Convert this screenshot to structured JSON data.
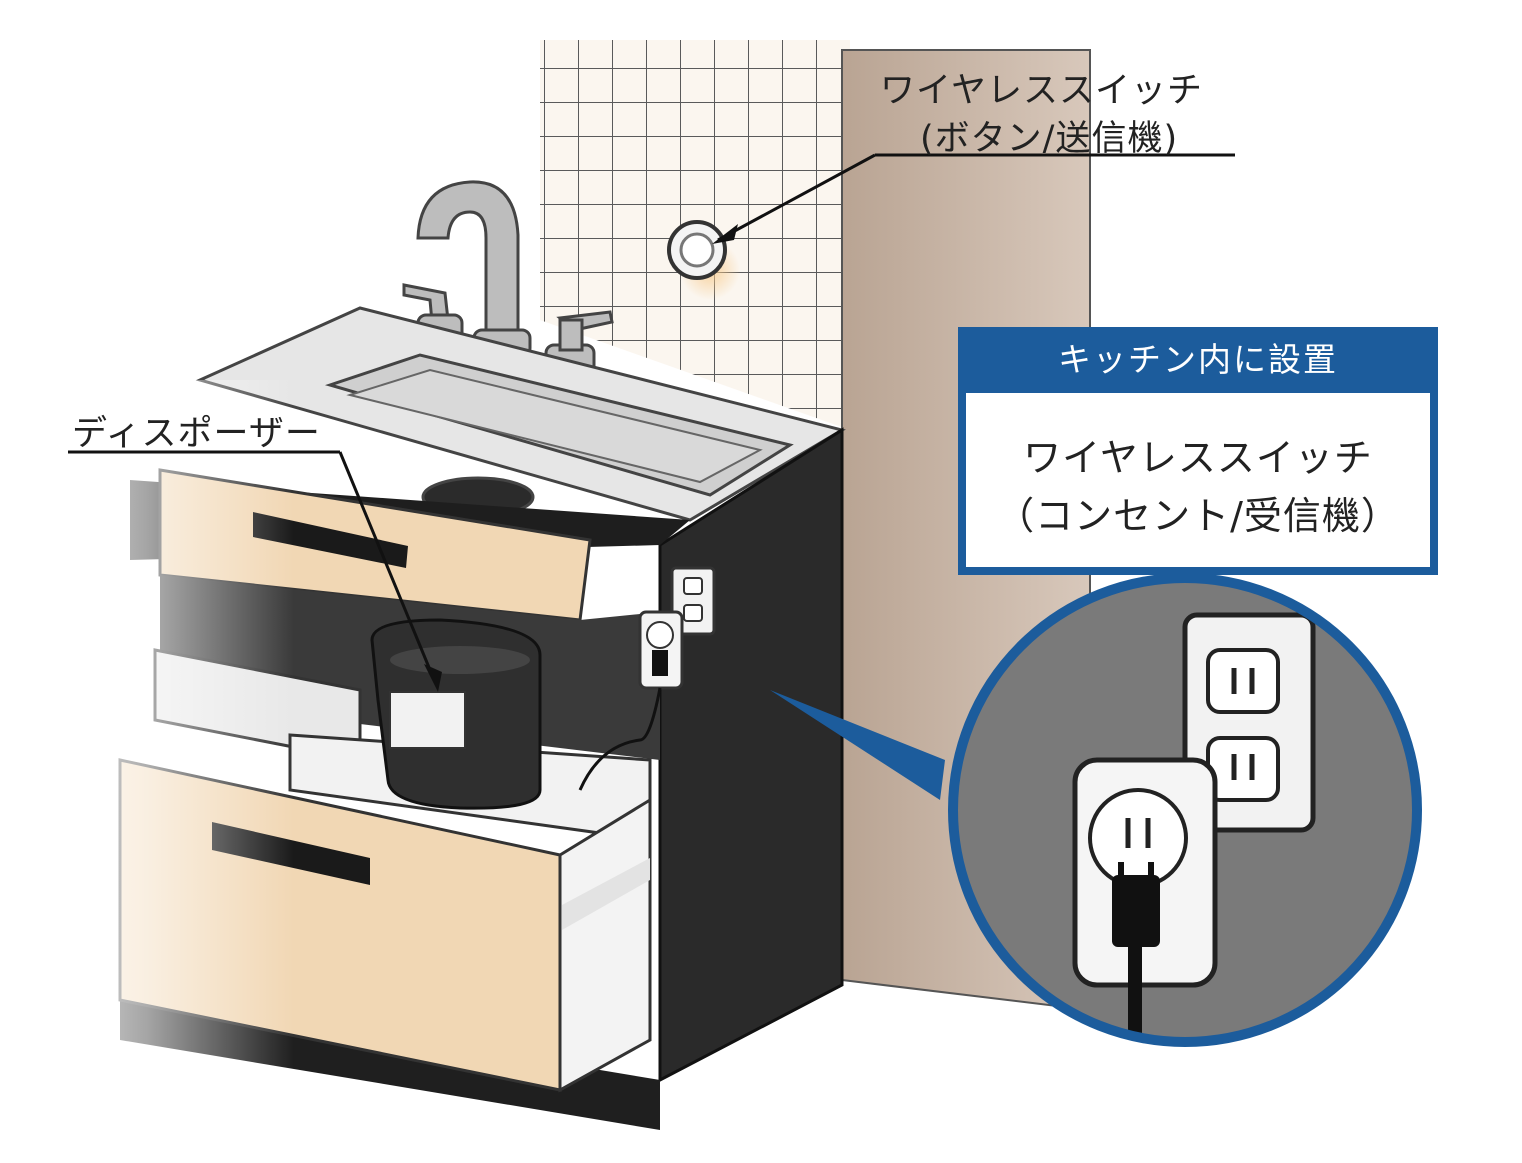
{
  "labels": {
    "wireless_button_line1": "ワイヤレススイッチ",
    "wireless_button_line2": "(ボタン/送信機)",
    "disposer": "ディスポーザー"
  },
  "info_box": {
    "header": "キッチン内に設置",
    "line1": "ワイヤレススイッチ",
    "line2": "（コンセント/受信機）"
  },
  "colors": {
    "accent_blue": "#1c5c9c",
    "wood": "#f1d7b4",
    "cabinet_dark": "#2a2a2a",
    "wall_beige": "#c9b6a6",
    "zoom_gray": "#7a7a7a"
  }
}
